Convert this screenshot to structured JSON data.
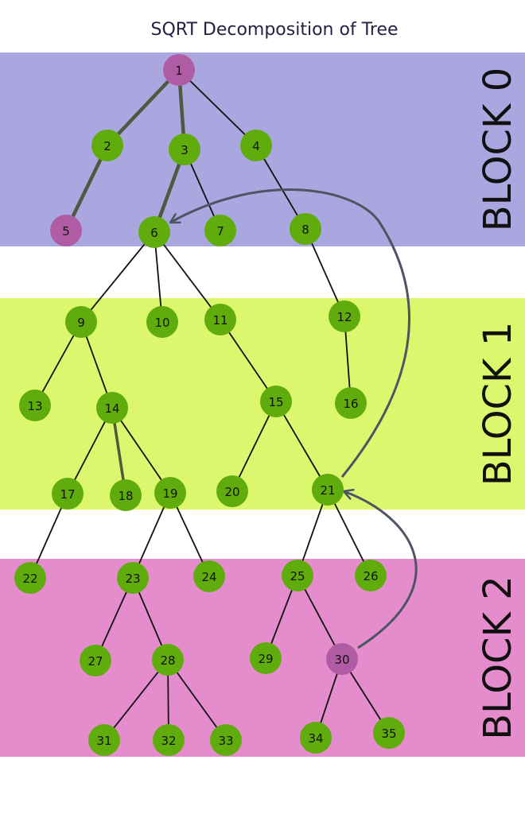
{
  "title": "SQRT Decomposition of Tree",
  "colors": {
    "block_0": "#a9a6e0",
    "block_1": "#dcf76e",
    "block_2": "#e58ccc",
    "node_default": "#5fac0c",
    "node_highlight": "#b05ca4",
    "edge": "#111111",
    "jump_edge": "#4d5563"
  },
  "blocks": [
    {
      "id": "block-0",
      "label": "BLOCK 0",
      "color": "#a9a6e0"
    },
    {
      "id": "block-1",
      "label": "BLOCK 1",
      "color": "#dcf76e"
    },
    {
      "id": "block-2",
      "label": "BLOCK 2",
      "color": "#e58ccc"
    }
  ],
  "nodes": [
    {
      "id": 1,
      "label": "1",
      "highlight": true
    },
    {
      "id": 2,
      "label": "2"
    },
    {
      "id": 3,
      "label": "3"
    },
    {
      "id": 4,
      "label": "4"
    },
    {
      "id": 5,
      "label": "5",
      "highlight": true
    },
    {
      "id": 6,
      "label": "6"
    },
    {
      "id": 7,
      "label": "7"
    },
    {
      "id": 8,
      "label": "8"
    },
    {
      "id": 9,
      "label": "9"
    },
    {
      "id": 10,
      "label": "10"
    },
    {
      "id": 11,
      "label": "11"
    },
    {
      "id": 12,
      "label": "12"
    },
    {
      "id": 13,
      "label": "13"
    },
    {
      "id": 14,
      "label": "14"
    },
    {
      "id": 15,
      "label": "15"
    },
    {
      "id": 16,
      "label": "16"
    },
    {
      "id": 17,
      "label": "17"
    },
    {
      "id": 18,
      "label": "18"
    },
    {
      "id": 19,
      "label": "19"
    },
    {
      "id": 20,
      "label": "20"
    },
    {
      "id": 21,
      "label": "21"
    },
    {
      "id": 22,
      "label": "22"
    },
    {
      "id": 23,
      "label": "23"
    },
    {
      "id": 24,
      "label": "24"
    },
    {
      "id": 25,
      "label": "25"
    },
    {
      "id": 26,
      "label": "26"
    },
    {
      "id": 27,
      "label": "27"
    },
    {
      "id": 28,
      "label": "28"
    },
    {
      "id": 29,
      "label": "29"
    },
    {
      "id": 30,
      "label": "30",
      "highlight": true
    },
    {
      "id": 31,
      "label": "31"
    },
    {
      "id": 32,
      "label": "32"
    },
    {
      "id": 33,
      "label": "33"
    },
    {
      "id": 34,
      "label": "34"
    },
    {
      "id": 35,
      "label": "35"
    }
  ],
  "edges": [
    [
      1,
      2
    ],
    [
      1,
      3
    ],
    [
      1,
      4
    ],
    [
      2,
      5
    ],
    [
      3,
      6
    ],
    [
      3,
      7
    ],
    [
      4,
      8
    ],
    [
      6,
      9
    ],
    [
      6,
      10
    ],
    [
      6,
      11
    ],
    [
      8,
      12
    ],
    [
      9,
      13
    ],
    [
      9,
      14
    ],
    [
      11,
      15
    ],
    [
      12,
      16
    ],
    [
      14,
      17
    ],
    [
      14,
      18
    ],
    [
      14,
      19
    ],
    [
      15,
      20
    ],
    [
      15,
      21
    ],
    [
      17,
      22
    ],
    [
      19,
      23
    ],
    [
      19,
      24
    ],
    [
      21,
      25
    ],
    [
      21,
      26
    ],
    [
      23,
      27
    ],
    [
      23,
      28
    ],
    [
      25,
      29
    ],
    [
      25,
      30
    ],
    [
      28,
      31
    ],
    [
      28,
      32
    ],
    [
      28,
      33
    ],
    [
      30,
      34
    ],
    [
      30,
      35
    ]
  ],
  "jump_edges": [
    {
      "from": 21,
      "to": 6
    },
    {
      "from": 30,
      "to": 21
    }
  ]
}
